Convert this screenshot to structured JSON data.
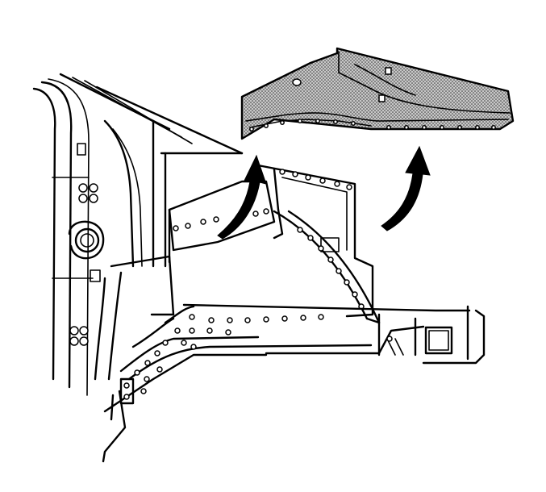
{
  "figure": {
    "kind": "technical line illustration",
    "parts": {
      "removed_panel": {
        "fill_style": "stippled gray",
        "fill_color": "#b8b8b8"
      },
      "body_structure": {
        "fill_color": "#ffffff"
      }
    },
    "arrows": {
      "count": 2,
      "direction": "up",
      "color": "#000000"
    },
    "stroke_color": "#000000",
    "background": "#ffffff"
  }
}
